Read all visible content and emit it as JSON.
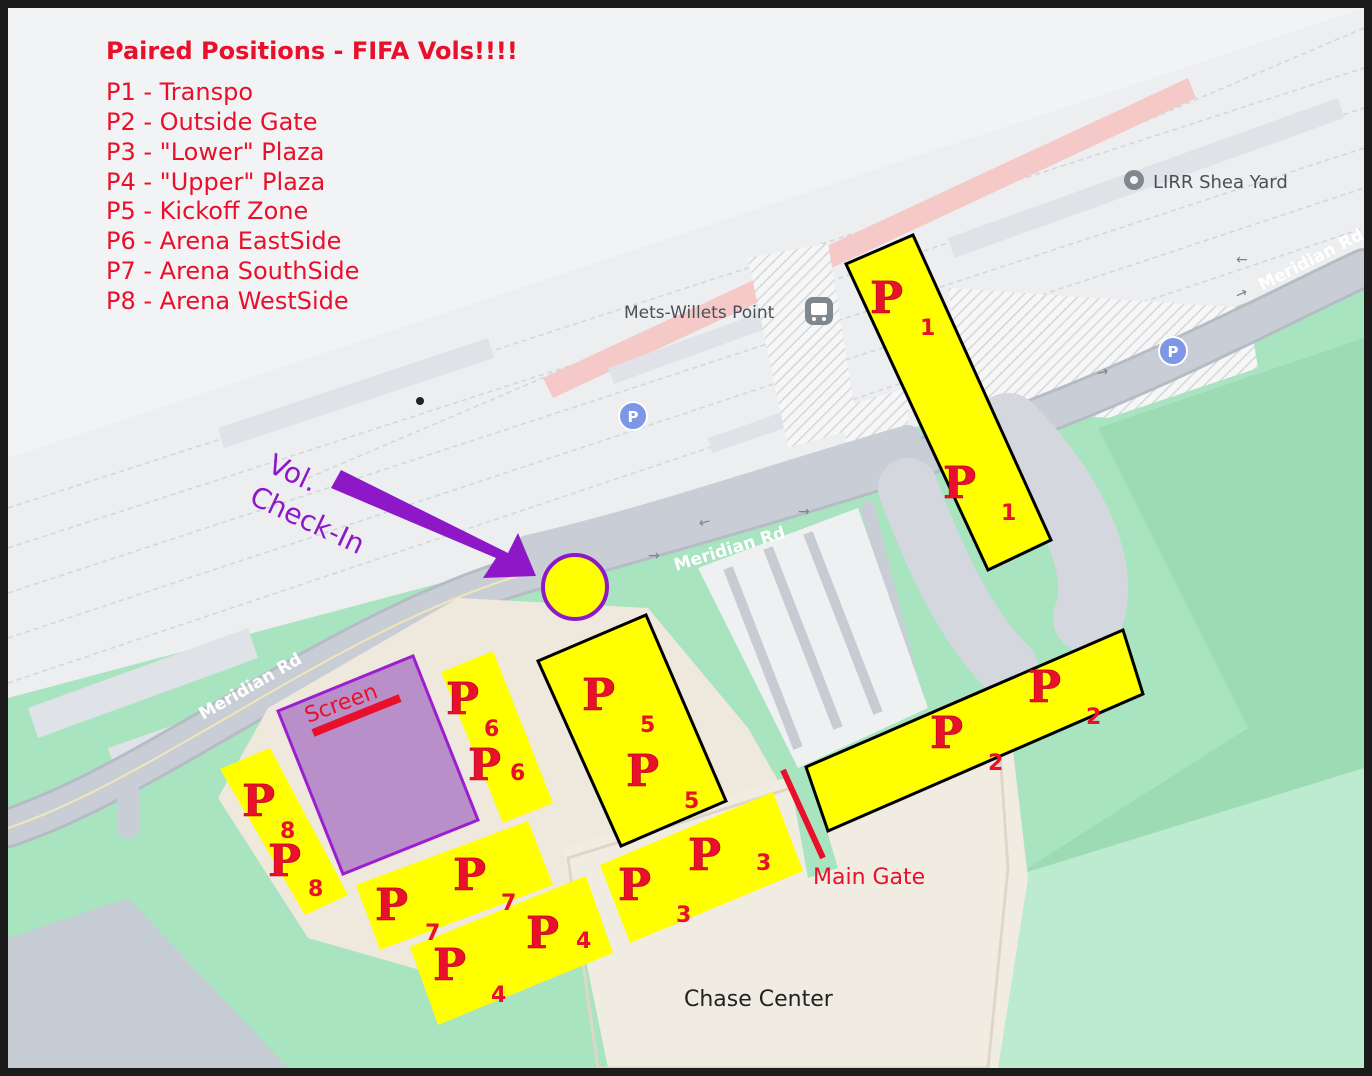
{
  "legend": {
    "title": "Paired Positions - FIFA Vols!!!!",
    "items": [
      "P1 - Transpo",
      "P2 - Outside Gate",
      "P3 - \"Lower\" Plaza",
      "P4 - \"Upper\" Plaza",
      "P5 - Kickoff Zone",
      "P6 - Arena EastSide",
      "P7 - Arena SouthSide",
      "P8 - Arena WestSide"
    ]
  },
  "places": {
    "lirr": "LIRR Shea Yard",
    "station": "Mets-Willets Point",
    "arena": "Chase Center"
  },
  "roads": {
    "meridian": "Meridian Rd"
  },
  "annotations": {
    "checkin_line1": "Vol.",
    "checkin_line2": "Check-In",
    "screen": "Screen",
    "main_gate": "Main Gate"
  },
  "markers": {
    "parking": "P",
    "letter": "P",
    "n1": "1",
    "n2": "2",
    "n3": "3",
    "n4": "4",
    "n5": "5",
    "n6": "6",
    "n7": "7",
    "n8": "8"
  },
  "colors": {
    "zone_fill": "#ffff00",
    "label_red": "#e8102a",
    "checkin_purple": "#8e18c8",
    "screen_fill": "#b98fc9",
    "park_green": "#a8e4c0",
    "road_gray": "#c9ced6"
  }
}
